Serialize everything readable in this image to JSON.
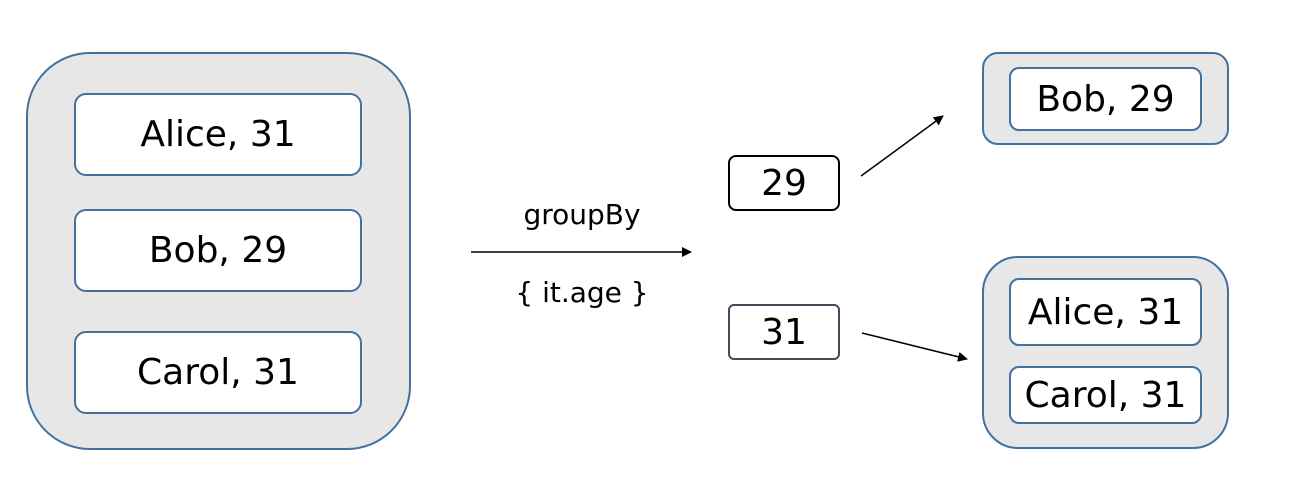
{
  "source_collection": {
    "items": [
      "Alice, 31",
      "Bob, 29",
      "Carol, 31"
    ]
  },
  "operation": {
    "name": "groupBy",
    "selector": "{ it.age }"
  },
  "groups": [
    {
      "key": "29",
      "items": [
        "Bob, 29"
      ]
    },
    {
      "key": "31",
      "items": [
        "Alice, 31",
        "Carol, 31"
      ]
    }
  ],
  "colors": {
    "container_fill": "#e7e7e7",
    "container_border": "#41719c",
    "item_fill": "#ffffff",
    "key_border_29": "#000000",
    "key_border_31": "#404a5a",
    "arrow": "#000000"
  }
}
